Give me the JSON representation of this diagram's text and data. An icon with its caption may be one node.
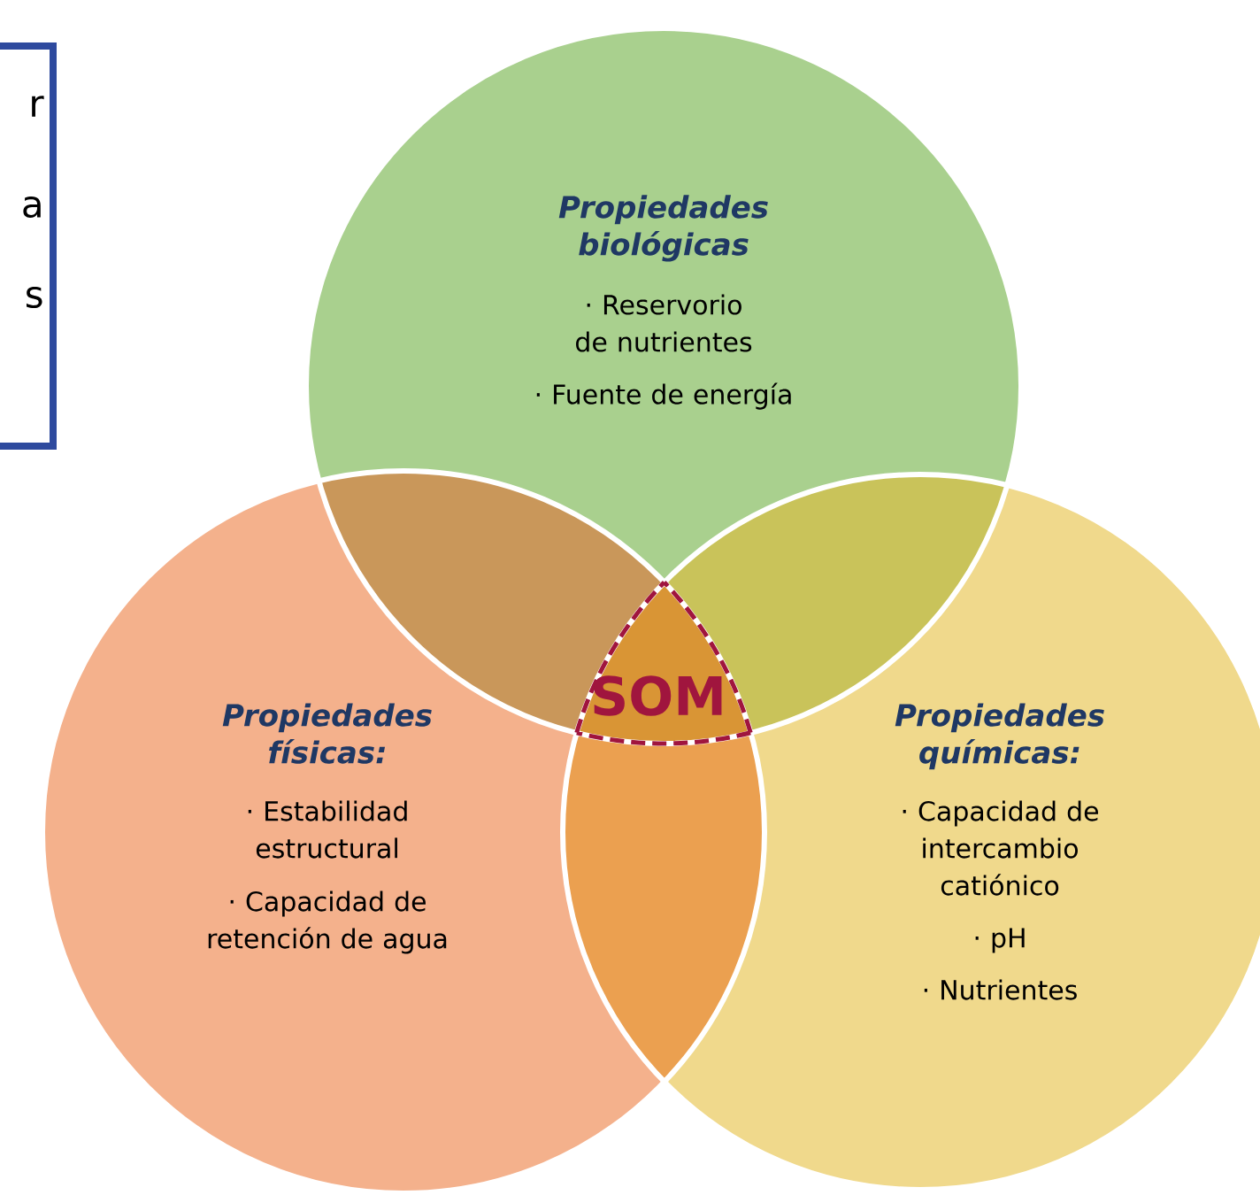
{
  "diagram": {
    "nodes": [
      {
        "text": [
          "r",
          "a",
          "s"
        ]
      },
      {
        "text": [
          "Propiedades biológicas",
          "· Reservorio de nutrientes",
          "· Fuente de energía"
        ]
      },
      {
        "text": [
          "SOM"
        ]
      },
      {
        "text": [
          "Propiedades físicas:",
          "· Estabilidad estructural",
          "· Capacidad de retención de agua"
        ]
      },
      {
        "text": [
          "Propiedades químicas:",
          "· Capacidad de intercambio catiónico",
          "· pH",
          "· Nutrientes"
        ]
      }
    ],
    "edges": []
  }
}
